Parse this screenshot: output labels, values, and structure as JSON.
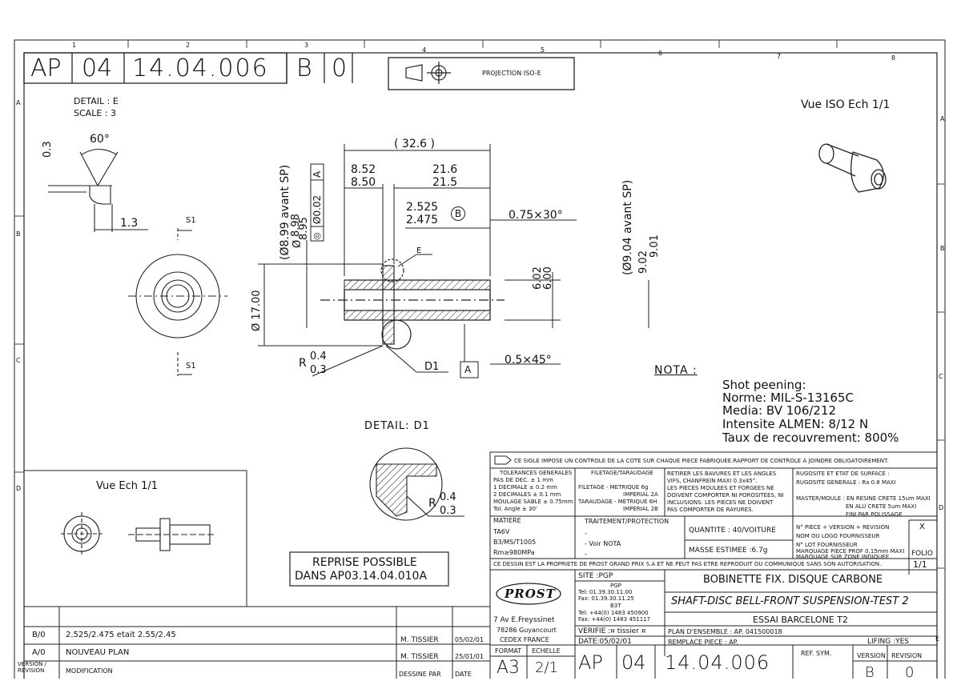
{
  "header": {
    "code_ap": "AP",
    "code_04": "04",
    "code_num": "14.04.006",
    "code_b": "B",
    "code_0": "0",
    "projection": "PROJECTION ISO-E"
  },
  "grid": {
    "columns": [
      "1",
      "2",
      "3",
      "4",
      "5",
      "6",
      "7",
      "8"
    ],
    "rows_left": [
      "A",
      "B",
      "C",
      "D"
    ],
    "rows_right": [
      "A",
      "B",
      "C",
      "D",
      "E"
    ]
  },
  "detail_e": {
    "title": "DETAIL : E",
    "scale": "SCALE : 3",
    "angle": "60°",
    "dim_03": "0.3",
    "dim_13": "1.3"
  },
  "section": {
    "s1_top": "S1",
    "s1_bottom": "S1",
    "overall": "( 32.6 )",
    "d852": "8.52",
    "d850": "8.50",
    "d216": "21.6",
    "d215": "21.5",
    "d2525": "2.525",
    "d2475": "2.475",
    "ref_b": "B",
    "chamfer_top": "0.75×30°",
    "chamfer_bot": "0.5×45°",
    "d899": "(Ø8.99 avant SP)",
    "phi": "Ø",
    "d898": "8.98",
    "d895": "8.95",
    "tol_circ": "◎",
    "tol_val": "Ø0.02",
    "tol_ref": "A",
    "d902_602": "6.02",
    "d600": "6.00",
    "d904": "(Ø9.04 avant SP)",
    "d902": "9.02",
    "d901": "9.01",
    "d17": "Ø 17.00",
    "r_label": "R",
    "r04": "0.4",
    "r03": "0.3",
    "e_label": "E",
    "d1_label": "D1",
    "a_label": "A"
  },
  "vue_iso": "Vue ISO Ech 1/1",
  "nota": {
    "title": "NOTA :",
    "lines": [
      "Shot peening:",
      "Norme: MIL-S-13165C",
      "Media: BV 106/212",
      "Intensite ALMEN: 8/12 N",
      "Taux de recouvrement: 800%"
    ]
  },
  "detail_d1": {
    "title": "DETAIL: D1",
    "r": "R",
    "r04": "0.4",
    "r03": "0.3"
  },
  "vue_ech": "Vue Ech 1/1",
  "reprise": {
    "line1": "REPRISE POSSIBLE",
    "line2": "DANS AP03.14.04.010A"
  },
  "revisions": [
    {
      "rev": "B/0",
      "text": "2.525/2.475 etait 2.55/2.45",
      "by": "M. TISSIER",
      "date": "05/02/01"
    },
    {
      "rev": "A/0",
      "text": "NOUVEAU PLAN",
      "by": "M. TISSIER",
      "date": "25/01/01"
    }
  ],
  "rev_header": {
    "col1": "VERSION / REVISION",
    "col2": "MODIFICATION",
    "col3": "DESSINE PAR",
    "col4": "DATE"
  },
  "title_block": {
    "sigle": "CE SIGLE IMPOSE UN CONTROLE DE LA COTE SUR CHAQUE PIECE FABRIQUEE.RAPPORT DE CONTROLE A JOINDRE OBLIGATOIREMENT.",
    "tol_title": "TOLERANCES GENERALES",
    "tol_rows": [
      "PAS DE DEC.  ± 1 mm",
      "1 DECIMALE  ± 0.2 mm",
      "2 DECIMALES  ± 0.1 mm",
      "MOULAGE SABLE  ± 0.75mm",
      "Tol. Angle  ± 30'"
    ],
    "fil_title": "FILETAGE/TARAUDAGE",
    "fil_rows": [
      "FILETAGE - METRIQUE 6g",
      "IMPERIAL 2A",
      "TARAUDAGE - METRIQUE 6H",
      "IMPERIAL 2B"
    ],
    "bav_rows": [
      "RETIRER LES BAVURES ET LES ANGLES",
      "VIFS, CHANFREIN MAXI 0.3x45°.",
      "LES PIECES MOULEES ET FORGEES NE",
      "DOIVENT COMPORTER NI POROSITEES, NI",
      "INCLUSIONS. LES PIECES NE DOIVENT",
      "PAS COMPORTER DE RAYURES."
    ],
    "rug_title": "RUGOSITE ET ETAT DE SURFACE :",
    "rug_gen": "RUGOSITE GENERALE : Ra 0.8 MAXI",
    "master": "MASTER/MOULE :  EN RESINE CRETE 15um MAXI",
    "alu": "EN ALU CRETE 5um MAXI",
    "fini": "FINI PAR POLISSAGE",
    "matiere_title": "MATIERE",
    "matiere": [
      "TA6V",
      "B3/MS/T1005",
      "Rm≥980MPa"
    ],
    "trait_title": "TRAITEMENT/PROTECTION",
    "trait": [
      "-",
      "- Voir NOTA",
      "-"
    ],
    "quantite": "QUANTITE : 40/VOITURE",
    "masse": "MASSE ESTIMEE :6.7g",
    "piece_rows": [
      "N° PIECE + VERSION + REVISION",
      "NOM OU LOGO FOURNISSEUR",
      "N° LOT FOURNISSEUR",
      "MARQUAGE PIECE PROF 0.15mm MAXI",
      "MARQUAGE SUR ZONE INDIQUEE"
    ],
    "x_mark": "X",
    "folio_label": "FOLIO",
    "folio": "1/1",
    "propriete": "CE DESSIN EST LA PROPRIETE DE PROST GRAND PRIX S.A ET NE PEUT PAS ETRE REPRODUIT OU COMMUNIQUE SANS SON AUTORISATION.",
    "logo": "PROST",
    "site_label": "SITE :PGP",
    "site_lines": [
      "PGP",
      "Tel: 01.39.30.11.00",
      "Fax: 01.39.30.11.25",
      "B3T",
      "Tel: +44(0) 1483 450900",
      "Fax: +44(0) 1483 451117"
    ],
    "address": [
      "7 Av E.Freyssinet",
      "78286 Guyancourt",
      "CEDEX FRANCE"
    ],
    "title1": "BOBINETTE FIX. DISQUE CARBONE",
    "title2": "SHAFT-DISC BELL-FRONT SUSPENSION-TEST 2",
    "title3": "ESSAI BARCELONE T2",
    "verifie": "VERIFIE :¤ tissier ¤",
    "date": "DATE:05/02/01",
    "plan_ens": "PLAN D'ENSEMBLE : AP. 041500018",
    "remplace": "REMPLACE PIECE : AP.",
    "lifing": "LIFING :YES",
    "format_label": "FORMAT",
    "format": "A3",
    "echelle_label": "ECHELLE",
    "echelle": "2/1",
    "ap": "AP",
    "ap04": "04",
    "num": "14.04.006",
    "ref_sym": "REF. SYM.",
    "version_label": "VERSION",
    "revision_label": "REVISION",
    "version": "B",
    "revision": "0"
  }
}
